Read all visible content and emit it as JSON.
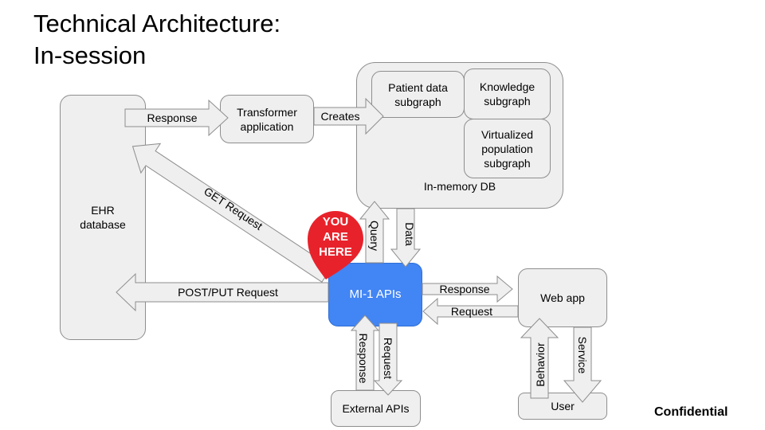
{
  "title": {
    "line1": "Technical Architecture:",
    "line2": "In-session"
  },
  "nodes": {
    "ehr": "EHR\ndatabase",
    "transformer": "Transformer\napplication",
    "inmemory": "In-memory DB",
    "patient": "Patient data\nsubgraph",
    "knowledge": "Knowledge\nsubgraph",
    "virtualized": "Virtualized\npopulation\nsubgraph",
    "mi1": "MI-1 APIs",
    "webapp": "Web app",
    "user": "User",
    "external": "External APIs"
  },
  "edges": {
    "response_ehr_transformer": "Response",
    "creates": "Creates",
    "get_request": "GET Request",
    "post_put": "POST/PUT Request",
    "query": "Query",
    "data": "Data",
    "response_to_web": "Response",
    "request_from_web": "Request",
    "ext_response": "Response",
    "ext_request": "Request",
    "behavior": "Behavior",
    "service": "Service"
  },
  "marker": {
    "line1": "YOU",
    "line2": "ARE",
    "line3": "HERE",
    "color": "#e8222b"
  },
  "footer": {
    "confidential": "Confidential"
  },
  "colors": {
    "box_fill": "#efefef",
    "box_border": "#8e8e8e",
    "api_fill": "#4285f4"
  }
}
